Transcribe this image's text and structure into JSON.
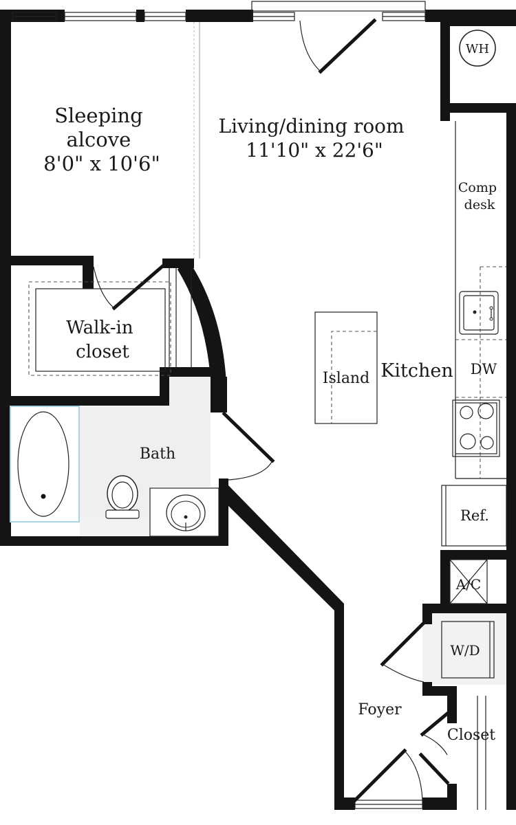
{
  "plan": {
    "rooms": {
      "sleeping": [
        "Sleeping",
        "alcove",
        "8'0\" x 10'6\""
      ],
      "living": [
        "Living/dining room",
        "11'10\" x 22'6\""
      ],
      "walkin": [
        "Walk-in",
        "closet"
      ],
      "bath": "Bath",
      "kitchen": "Kitchen",
      "foyer": "Foyer",
      "closet": "Closet"
    },
    "fixtures": {
      "wh": "WH",
      "comp_desk": [
        "Comp",
        "desk"
      ],
      "island": "Island",
      "dw": "DW",
      "ref": "Ref.",
      "ac": "A/C",
      "wd": "W/D"
    },
    "colors": {
      "wall": "#141414",
      "bath_floor": "#efeff2",
      "tub_outline": "#a9d3e2"
    }
  }
}
